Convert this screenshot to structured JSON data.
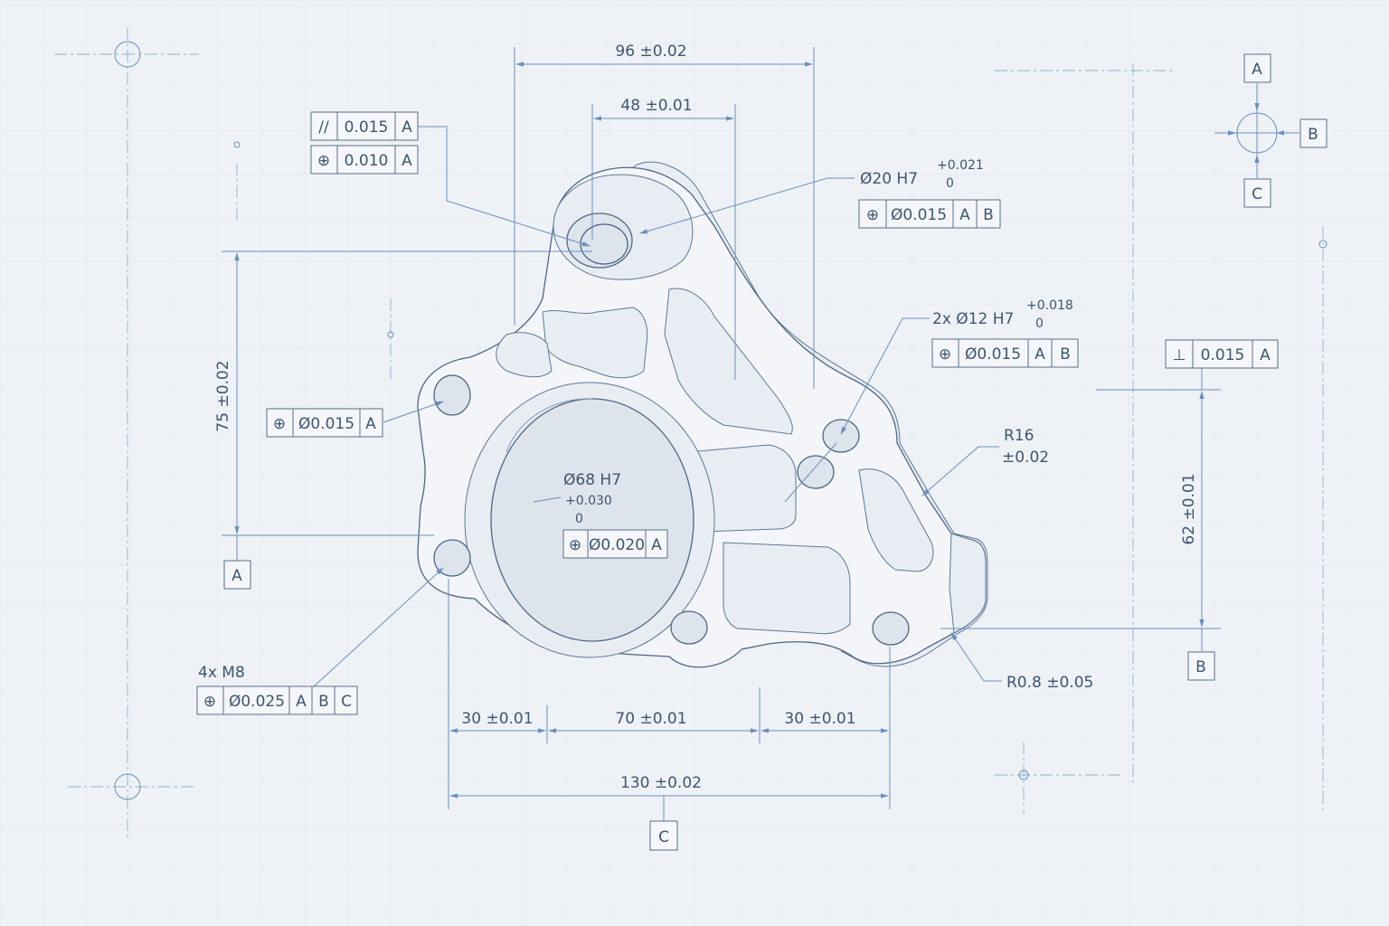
{
  "dimensions": {
    "top_width": "96 ±0.02",
    "inner_width": "48 ±0.01",
    "left_height": "75 ±0.02",
    "right_height": "62 ±0.01",
    "bottom_left": "30 ±0.01",
    "bottom_mid": "70 ±0.01",
    "bottom_right": "30 ±0.01",
    "overall_width": "130 ±0.02"
  },
  "callouts": {
    "top_hole": {
      "size": "Ø20 H7",
      "tol_upper": "+0.021",
      "tol_lower": "0"
    },
    "side_holes": {
      "size": "2x Ø12 H7",
      "tol_upper": "+0.018",
      "tol_lower": "0"
    },
    "bore": {
      "size": "Ø68 H7",
      "tol_upper": "+0.030",
      "tol_lower": "0"
    },
    "radius": {
      "line1": "R16",
      "line2": "±0.02"
    },
    "fillet": "R0.8 ±0.05",
    "threads": "4x M8"
  },
  "frames": {
    "parallel": {
      "symbol": "//",
      "value": "0.015",
      "datum1": "A"
    },
    "position_top": {
      "symbol": "⊕",
      "value": "0.010",
      "datum1": "A"
    },
    "top_hole": {
      "symbol": "⊕",
      "value": "Ø0.015",
      "datum1": "A",
      "datum2": "B"
    },
    "side_holes": {
      "symbol": "⊕",
      "value": "Ø0.015",
      "datum1": "A",
      "datum2": "B"
    },
    "perpendicular": {
      "symbol": "⊥",
      "value": "0.015",
      "datum1": "A"
    },
    "left_hole": {
      "symbol": "⊕",
      "value": "Ø0.015",
      "datum1": "A"
    },
    "bore": {
      "symbol": "⊕",
      "value": "Ø0.020",
      "datum1": "A"
    },
    "threads": {
      "symbol": "⊕",
      "value": "Ø0.025",
      "datum1": "A",
      "datum2": "B",
      "datum3": "C"
    }
  },
  "datums": {
    "a_left": "A",
    "b_right": "B",
    "c_bottom": "C",
    "legend_a": "A",
    "legend_b": "B",
    "legend_c": "C"
  }
}
